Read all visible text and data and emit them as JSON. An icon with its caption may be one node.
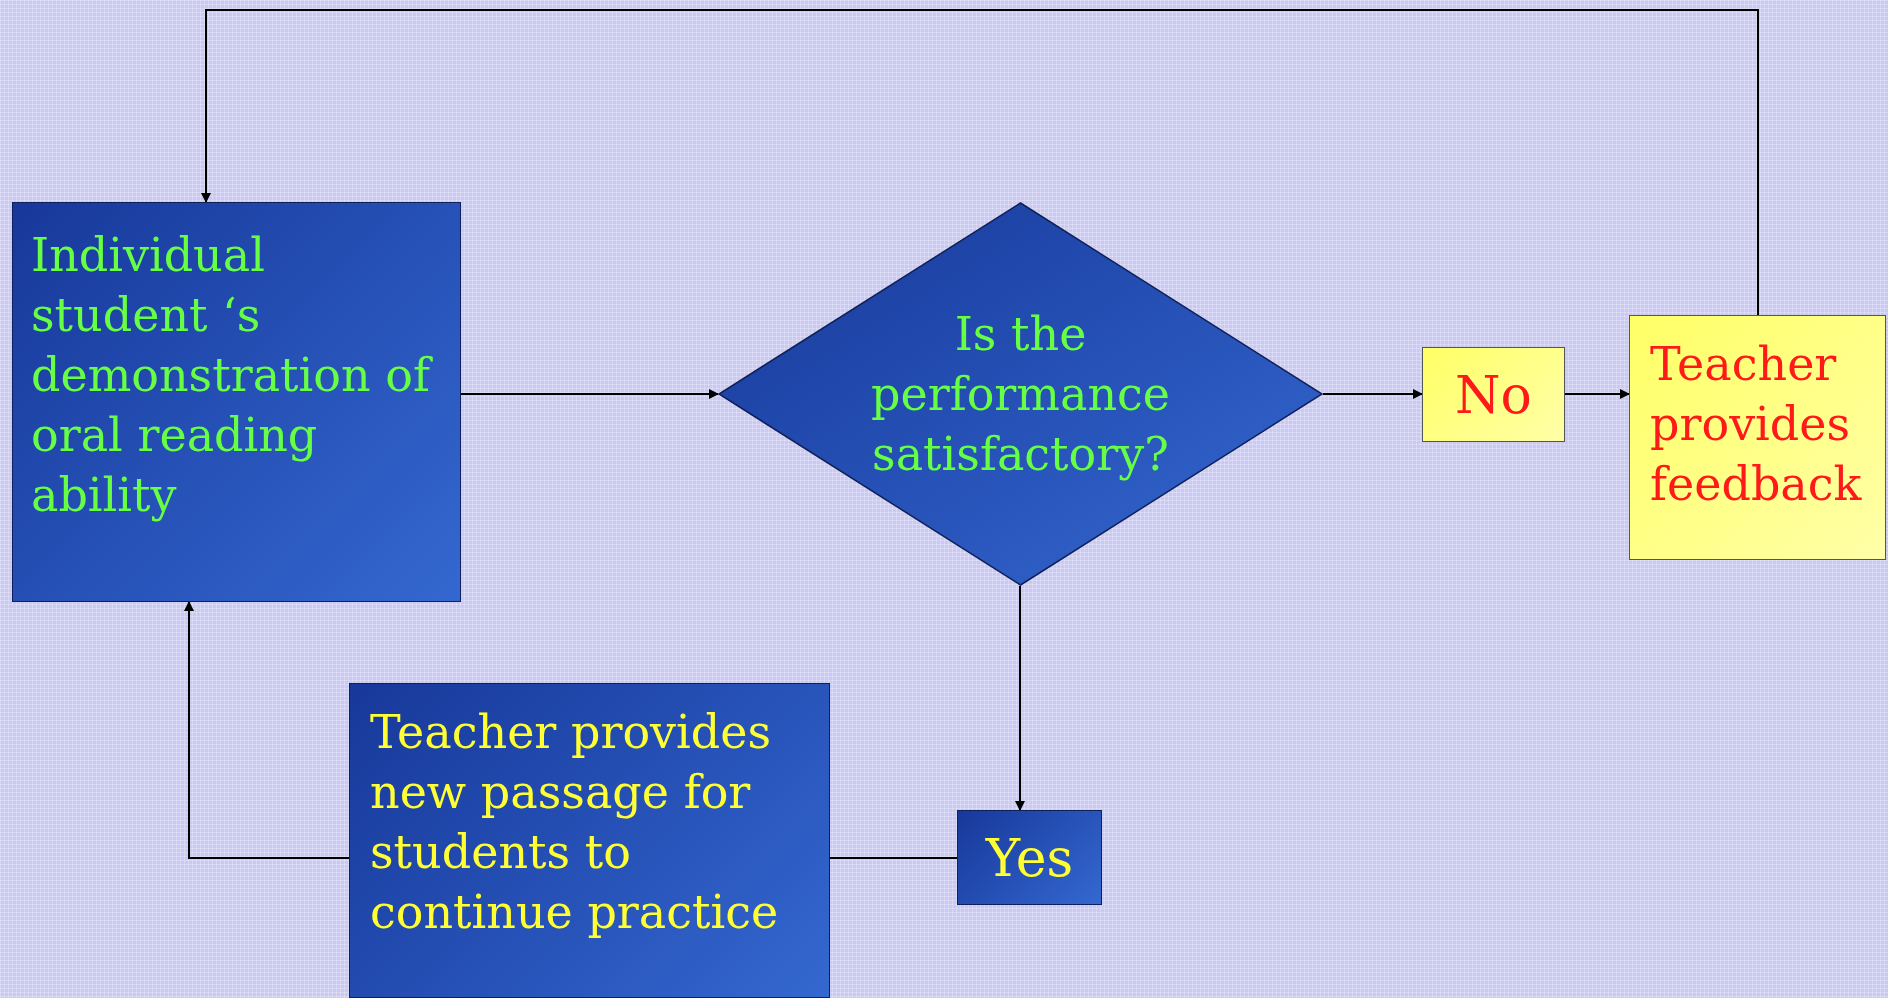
{
  "diagram": {
    "nodes": [
      {
        "text": [
          "Individual student ‘s demonstration of oral reading ability"
        ]
      },
      {
        "text": [
          "Is the performance satisfactory?"
        ]
      },
      {
        "text": [
          "No"
        ]
      },
      {
        "text": [
          "Teacher provides feedback"
        ]
      },
      {
        "text": [
          "Teacher provides new passage for students to continue practice"
        ]
      },
      {
        "text": [
          "Yes"
        ]
      }
    ],
    "edges": [
      {
        "from": 0,
        "to": 1,
        "arrow": "to"
      },
      {
        "from": 1,
        "to": 2,
        "arrow": "to"
      },
      {
        "from": 2,
        "to": 3,
        "arrow": "to"
      },
      {
        "from": 3,
        "to": 0,
        "arrow": "to"
      },
      {
        "from": 1,
        "to": 5,
        "arrow": "to"
      },
      {
        "from": 5,
        "to": 4,
        "arrow": "none"
      },
      {
        "from": 4,
        "to": 0,
        "arrow": "to"
      }
    ]
  }
}
